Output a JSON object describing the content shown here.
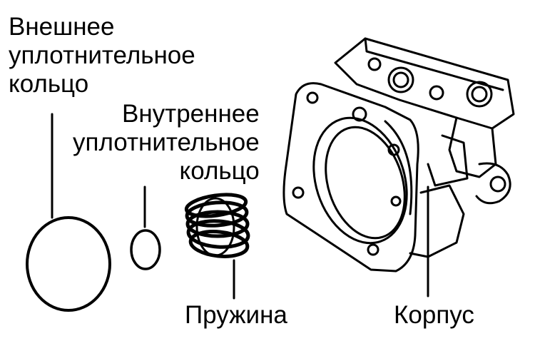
{
  "labels": {
    "outer_ring": {
      "line1": "Внешнее",
      "line2": "уплотнительное",
      "line3": "кольцо"
    },
    "inner_ring": {
      "line1": "Внутреннее",
      "line2": "уплотнительное",
      "line3": "кольцо"
    },
    "spring": "Пружина",
    "housing": "Корпус"
  },
  "colors": {
    "ink": "#000000",
    "paper": "#ffffff"
  }
}
